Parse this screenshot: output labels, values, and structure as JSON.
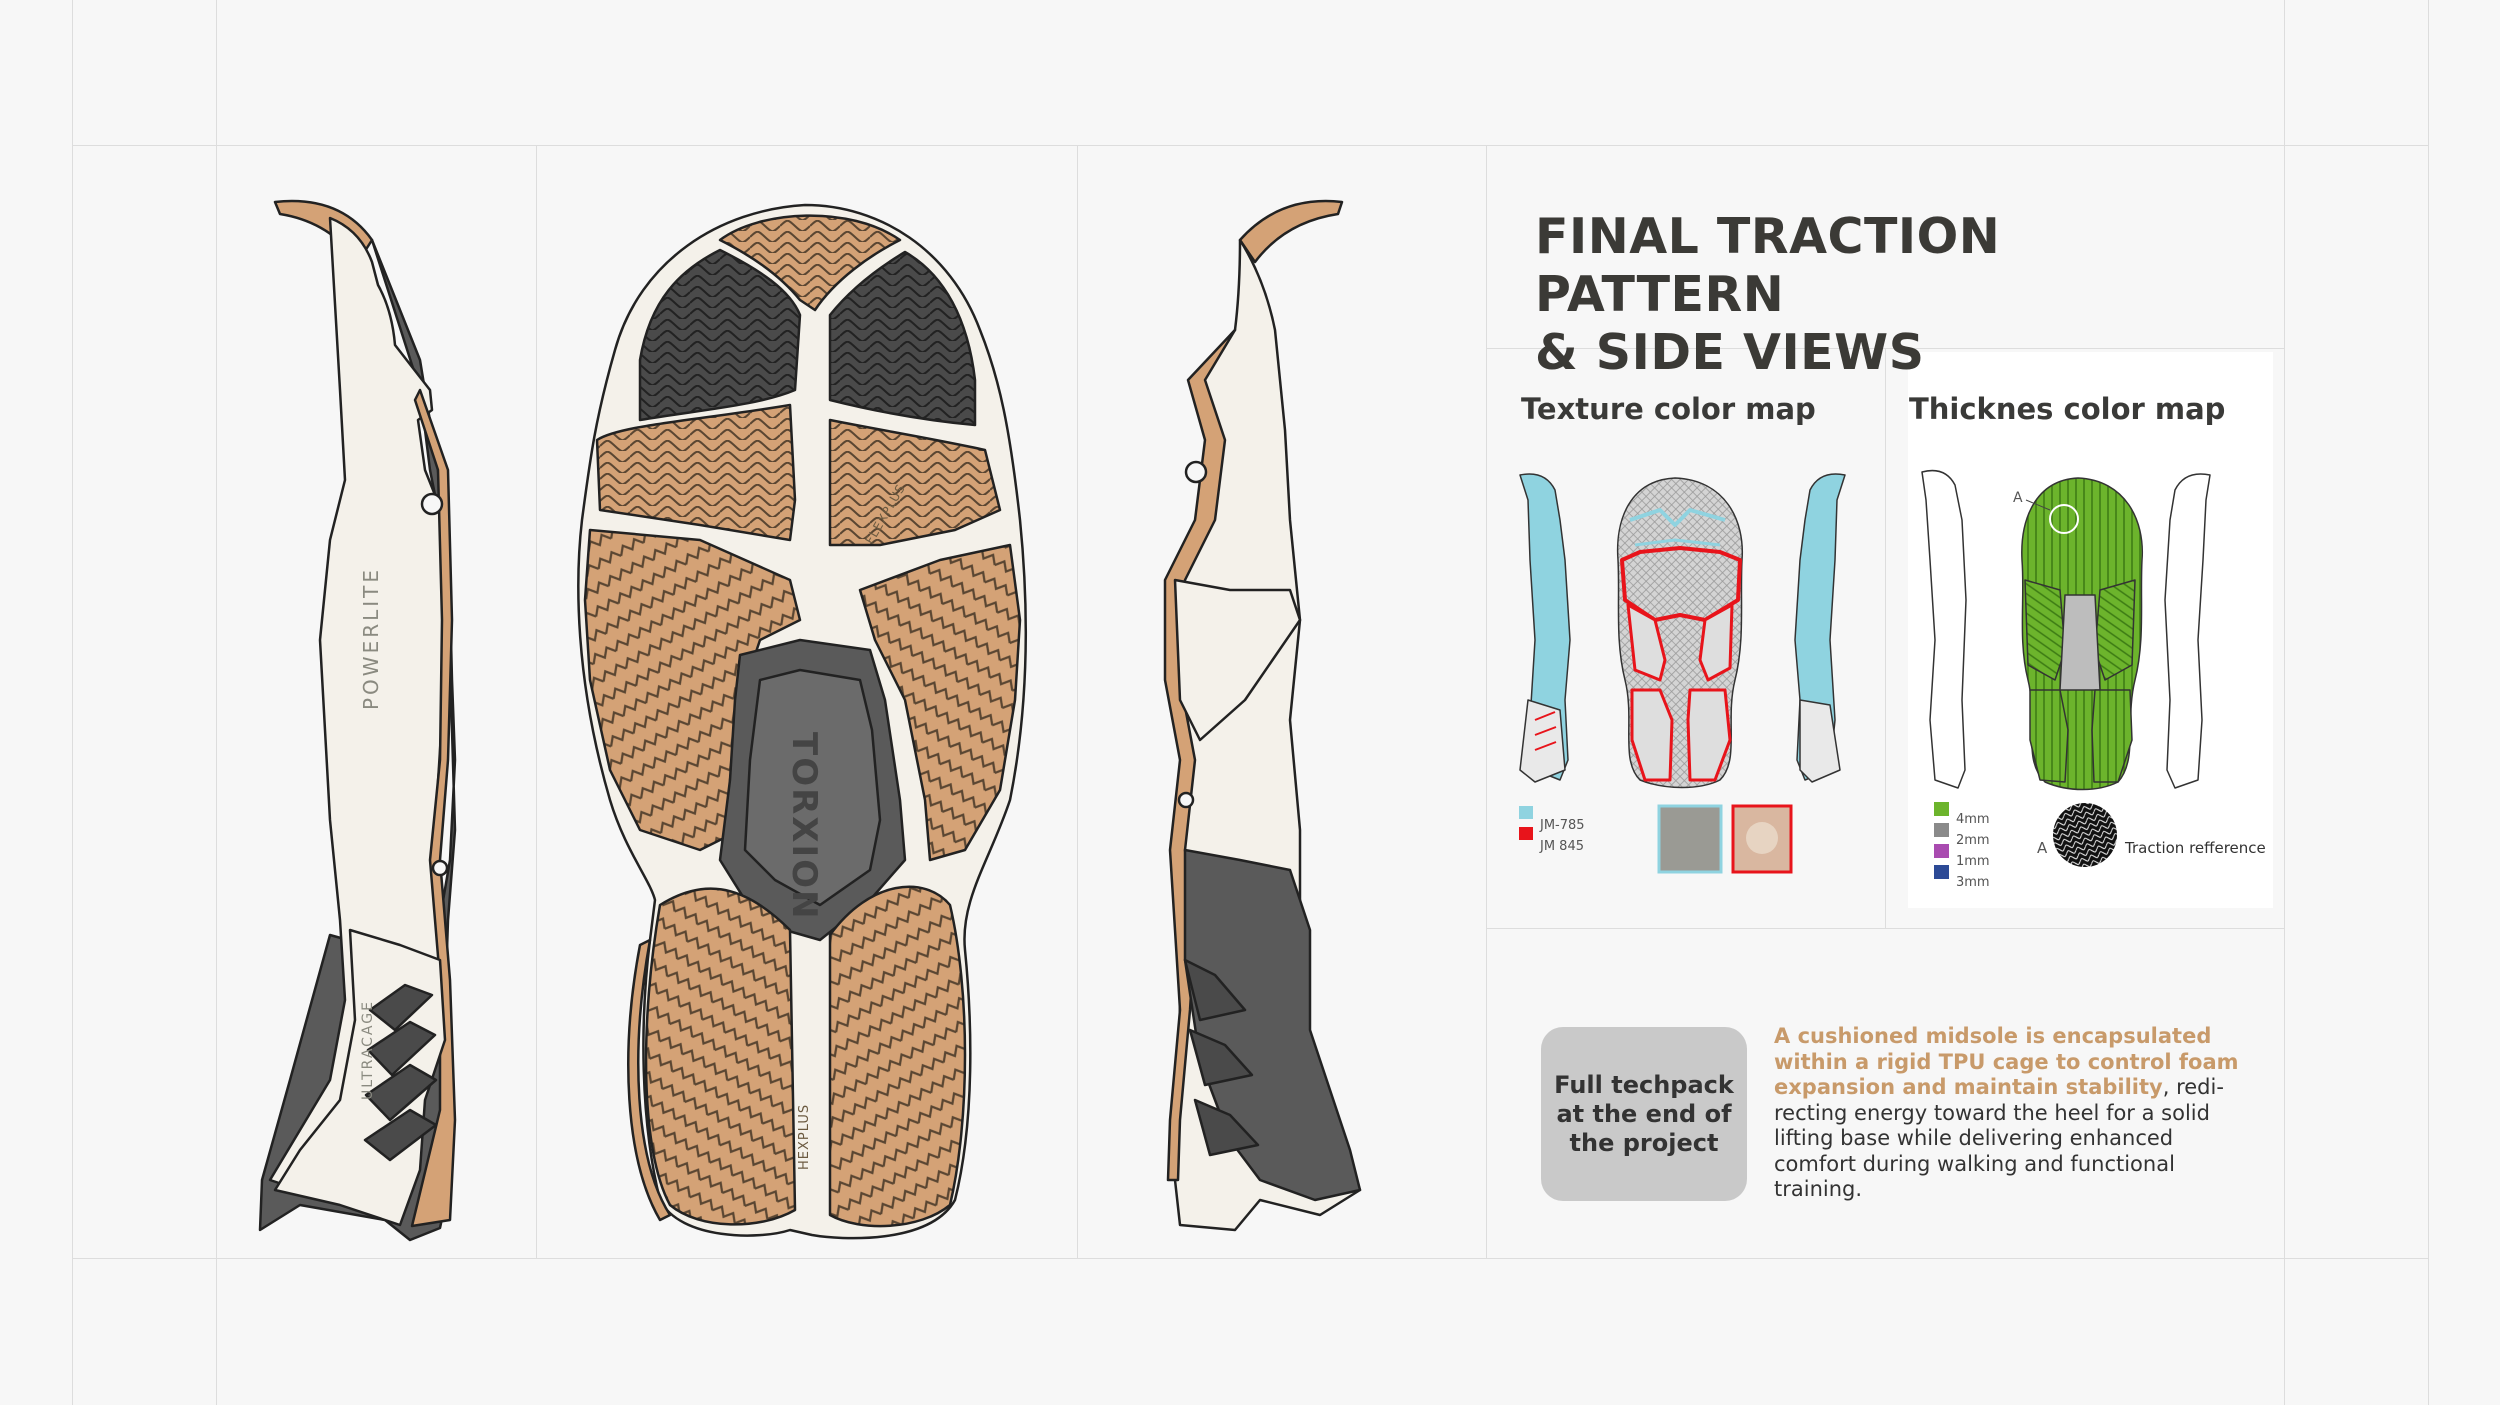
{
  "heading": {
    "line1": "FINAL TRACTION PATTERN",
    "line2": "& SIDE VIEWS"
  },
  "texture_map": {
    "title": "Texture color map",
    "legend": [
      {
        "color": "#8fd3e0",
        "label": "JM-785"
      },
      {
        "color": "#e8141b",
        "label": "JM 845"
      }
    ]
  },
  "thickness_map": {
    "title": "Thicknes color map",
    "marker_label": "A",
    "legend": [
      {
        "color": "#6cb42c",
        "label": "4mm"
      },
      {
        "color": "#8a8a8a",
        "label": "2mm"
      },
      {
        "color": "#a94bb0",
        "label": "1mm"
      },
      {
        "color": "#2c4a96",
        "label": "3mm"
      }
    ],
    "reference_marker": "A",
    "reference_label": "Traction refference"
  },
  "side_view_text": {
    "left_midsole": "POWERLITE",
    "left_heel": "ULTRACAGE",
    "outsole_brand": "TORXION",
    "outsole_forefoot": "FLEXPLUS",
    "outsole_heel": "HEXPLUS"
  },
  "techpack": {
    "label": "Full techpack at the end of the project"
  },
  "description": {
    "highlight": "A cushioned midsole is encapsulated within a rigid TPU cage to control foam expansion and maintain stability",
    "rest": ", redi-recting energy toward the heel for a solid lifting base while delivering enhanced comfort during walking and functional training."
  },
  "colors": {
    "tan": "#d4a276",
    "dark_gray": "#4a4a4a",
    "cream": "#f4f1ea",
    "mid_gray": "#6b6b6b",
    "heading": "#3b3a36",
    "highlight": "#c89a6a"
  }
}
